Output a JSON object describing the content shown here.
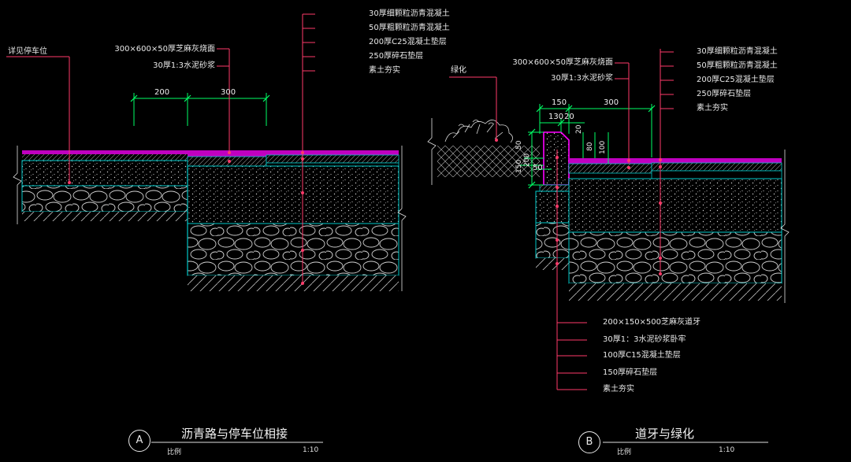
{
  "section_a": {
    "badge": "A",
    "title": "沥青路与停车位相接",
    "scale_label": "比例",
    "scale_value": "1:10",
    "callouts_left": [
      "详见停车位"
    ],
    "callouts_mid": [
      "300×600×50厚芝麻灰烧面",
      "30厚1:3水泥砂浆"
    ],
    "callouts_right": [
      "30厚细颗粒沥青混凝土",
      "50厚粗颗粒沥青混凝土",
      "200厚C25混凝土垫层",
      "250厚碎石垫层",
      "素土夯实"
    ],
    "dims": [
      "200",
      "300"
    ]
  },
  "section_b": {
    "badge": "B",
    "title": "道牙与绿化",
    "scale_label": "比例",
    "scale_value": "1:10",
    "callouts_left": [
      "绿化"
    ],
    "callouts_mid": [
      "300×600×50厚芝麻灰烧面",
      "30厚1:3水泥砂浆"
    ],
    "callouts_right": [
      "30厚细颗粒沥青混凝土",
      "50厚粗颗粒沥青混凝土",
      "200厚C25混凝土垫层",
      "250厚碎石垫层",
      "素土夯实"
    ],
    "callouts_bottom": [
      "200×150×500芝麻灰道牙",
      "30厚1：3水泥砂浆卧牢",
      "100厚C15混凝土垫层",
      "150厚碎石垫层",
      "素土夯实"
    ],
    "dims_top": [
      "150",
      "300"
    ],
    "dims_small": [
      "130",
      "20"
    ],
    "dims_vertical": [
      "50",
      "20",
      "80",
      "100",
      "200",
      "150",
      "50"
    ]
  },
  "colors": {
    "background": "#000000",
    "paving": "#c000c0",
    "layer_outline": "#00c8c8",
    "leader": "#ff3a6a",
    "dimension": "#00ff66",
    "hatch": "#d8d8d8",
    "text": "#e8e8e8"
  }
}
